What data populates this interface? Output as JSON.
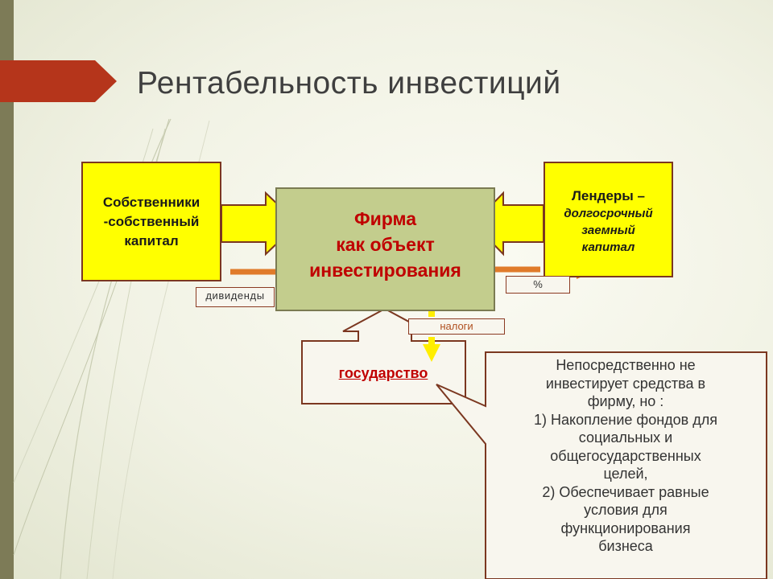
{
  "slide": {
    "title": "Рентабельность инвестиций"
  },
  "diagram": {
    "owners": [
      "Собственники",
      "-собственный",
      "капитал"
    ],
    "lenders": [
      "Лендеры –",
      "долгосрочный",
      "заемный",
      "капитал"
    ],
    "firm": [
      "Фирма",
      "как объект",
      "инвестирования"
    ],
    "dividends_label": "дивиденды",
    "percent_label": "%",
    "taxes_label": "налоги",
    "state_label": "государство"
  },
  "callout": {
    "lines": [
      "Непосредственно  не",
      "инвестирует средства в",
      "фирму, но :",
      "1)  Накопление фондов для",
      "социальных и",
      "общегосударственных",
      "целей,",
      "2)  Обеспечивает равные",
      "условия для",
      "функционирования",
      "бизнеса"
    ]
  },
  "colors": {
    "owner_box": "#ffff00",
    "firm_box": "#c3cd8d",
    "arrow_orange": "#e07b2a",
    "border": "#7b3720",
    "title_tab": "#b5351b"
  }
}
